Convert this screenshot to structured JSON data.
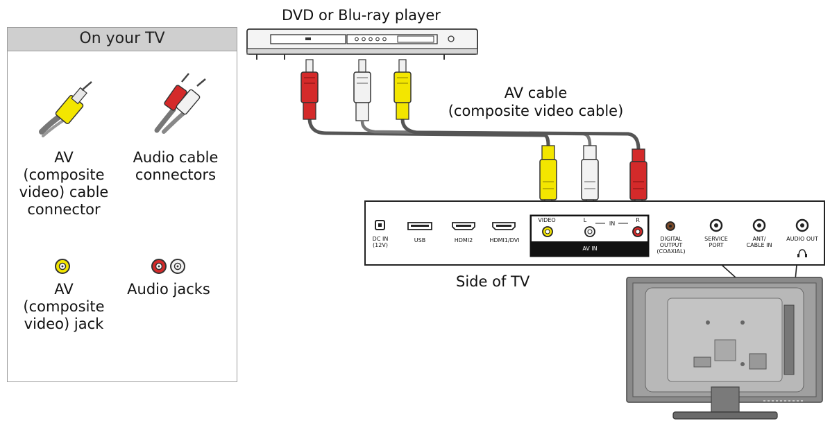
{
  "legend": {
    "header": "On your TV",
    "av_connector_label": "AV\n(composite\nvideo) cable\nconnector",
    "audio_connector_label": "Audio cable\nconnectors",
    "av_jack_label": "AV\n(composite\nvideo) jack",
    "audio_jacks_label": "Audio jacks"
  },
  "player_label": "DVD or Blu-ray player",
  "cable_label": "AV cable\n(composite video cable)",
  "tv_side_label": "Side of TV",
  "panel": {
    "ports": [
      {
        "label": "DC IN\n(12V)"
      },
      {
        "label": "USB"
      },
      {
        "label": "HDMI2"
      },
      {
        "label": "HDMI1/DVI"
      },
      {
        "label": "DIGITAL\nOUTPUT\n(COAXIAL)"
      },
      {
        "label": "SERVICE\nPORT"
      },
      {
        "label": "ANT/\nCABLE IN"
      },
      {
        "label": "AUDIO OUT"
      }
    ],
    "av_in": {
      "title": "AV IN",
      "video": "VIDEO",
      "left": "L",
      "in": "IN",
      "right": "R"
    }
  },
  "colors": {
    "yellow": "#f3e600",
    "red": "#d42a2a",
    "white": "#f2f2f2",
    "cable_gray": "#555555",
    "legend_header": "#cfcfcf"
  }
}
